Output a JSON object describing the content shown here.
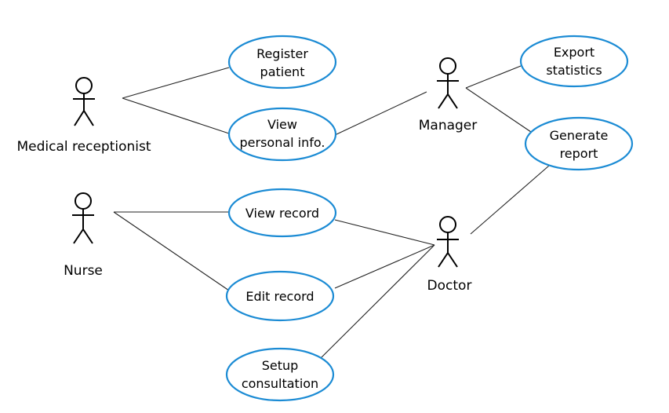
{
  "diagram": {
    "type": "UML use case diagram",
    "colors": {
      "use_case_border": "#1b8bd4",
      "line": "#222222",
      "text": "#000000"
    },
    "actors": {
      "receptionist": {
        "label": "Medical receptionist"
      },
      "nurse": {
        "label": "Nurse"
      },
      "manager": {
        "label": "Manager"
      },
      "doctor": {
        "label": "Doctor"
      }
    },
    "use_cases": {
      "register_patient": {
        "line1": "Register",
        "line2": "patient"
      },
      "view_personal_info": {
        "line1": "View",
        "line2": "personal info."
      },
      "export_statistics": {
        "line1": "Export",
        "line2": "statistics"
      },
      "generate_report": {
        "line1": "Generate",
        "line2": "report"
      },
      "view_record": {
        "line1": "View record"
      },
      "edit_record": {
        "line1": "Edit record"
      },
      "setup_consultation": {
        "line1": "Setup",
        "line2": "consultation"
      }
    },
    "associations": [
      [
        "receptionist",
        "register_patient"
      ],
      [
        "receptionist",
        "view_personal_info"
      ],
      [
        "manager",
        "view_personal_info"
      ],
      [
        "manager",
        "export_statistics"
      ],
      [
        "manager",
        "generate_report"
      ],
      [
        "nurse",
        "view_record"
      ],
      [
        "nurse",
        "edit_record"
      ],
      [
        "doctor",
        "view_record"
      ],
      [
        "doctor",
        "edit_record"
      ],
      [
        "doctor",
        "setup_consultation"
      ],
      [
        "doctor",
        "generate_report"
      ]
    ]
  }
}
